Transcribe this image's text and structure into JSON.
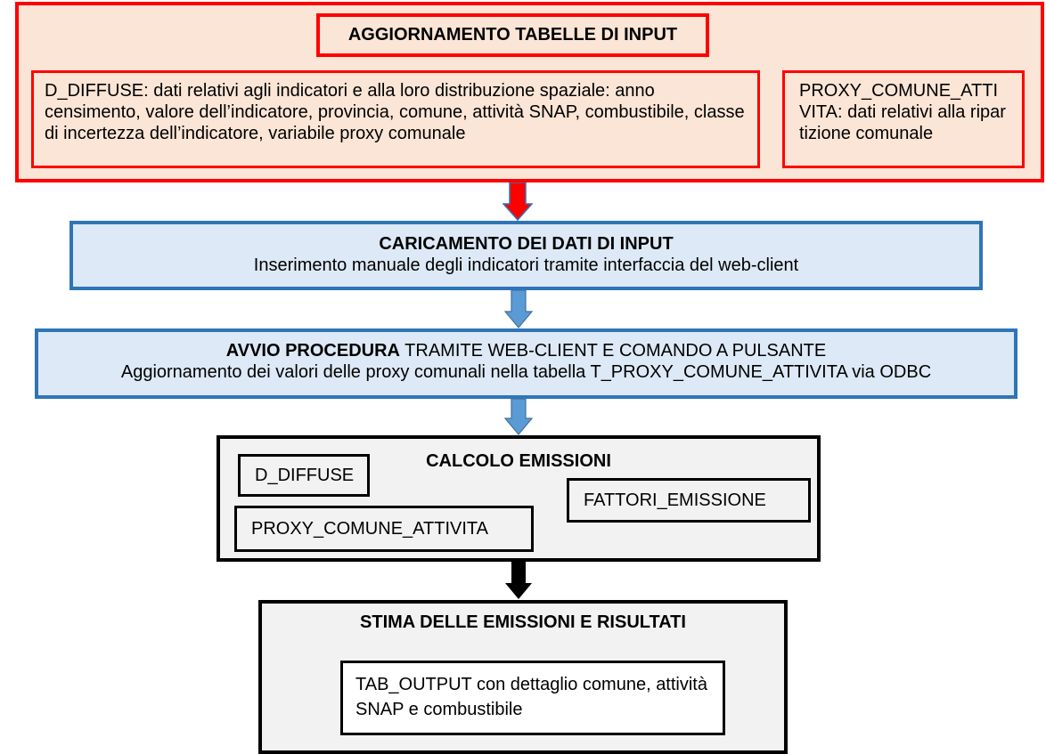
{
  "update": {
    "title": "AGGIORNAMENTO TABELLE DI INPUT",
    "d_diffuse_text": "D_DIFFUSE:  dati relativi agli indicatori e alla loro distribuzione spaziale: anno censimento, valore dell’indicatore, provincia, comune, attività SNAP, combustibile, classe di incertezza dell’indicatore, variabile proxy comunale",
    "proxy_text": "PROXY_COMUNE_ATTIVITA: dati relativi alla ripartizione comunale"
  },
  "load": {
    "title": "CARICAMENTO DEI DATI DI INPUT",
    "desc": "Inserimento manuale degli indicatori tramite interfaccia del web-client"
  },
  "start": {
    "title_bold": "AVVIO PROCEDURA",
    "title_rest": " TRAMITE WEB-CLIENT E COMANDO A PULSANTE",
    "desc": "Aggiornamento dei valori delle proxy comunali nella tabella T_PROXY_COMUNE_ATTIVITA  via ODBC"
  },
  "calc": {
    "title": "CALCOLO EMISSIONI",
    "d_diffuse": "D_DIFFUSE",
    "fattori": "FATTORI_EMISSIONE",
    "proxy": "PROXY_COMUNE_ATTIVITA"
  },
  "result": {
    "title": "STIMA DELLE EMISSIONI E RISULTATI",
    "output": "TAB_OUTPUT con dettaglio comune, attività SNAP e combustibile"
  },
  "colors": {
    "red": "#ff0000",
    "peach": "#fbe5d6",
    "blue_border": "#2e75b6",
    "light_blue": "#dde9f6",
    "arrow_blue": "#5b9bd5",
    "gray": "#f2f2f2",
    "black": "#000000"
  }
}
